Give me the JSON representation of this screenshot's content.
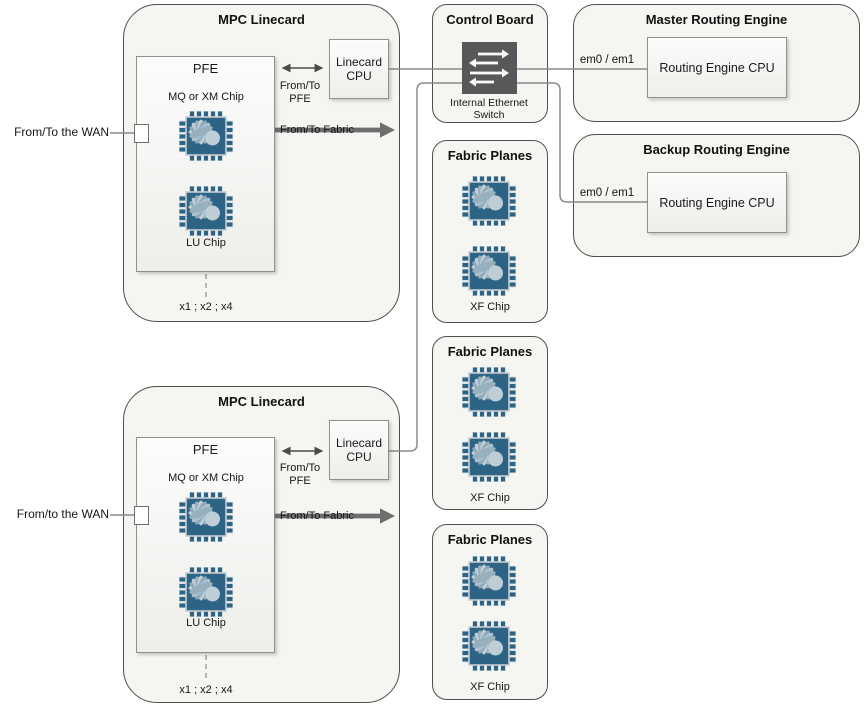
{
  "colors": {
    "panel_fill": "#f5f5f1",
    "panel_border": "#4e4e4e",
    "chip_teal": "#2d6486",
    "chip_petal_light": "#c7d4db",
    "chip_petal_mid": "#93adbc",
    "switch_gray": "#57585a",
    "connector_gray": "#8a8a8a",
    "thick_arrow_gray": "#6e6e6e"
  },
  "linecards": [
    {
      "title": "MPC Linecard",
      "pfe": "PFE",
      "mq_chip": "MQ or XM Chip",
      "lu_chip": "LU Chip",
      "cpu": "Linecard CPU",
      "wan": "From/To the WAN",
      "pfe_link_l1": "From/To",
      "pfe_link_l2": "PFE",
      "fabric_link": "From/To Fabric",
      "scale": "x1 ; x2 ; x4"
    },
    {
      "title": "MPC Linecard",
      "pfe": "PFE",
      "mq_chip": "MQ or XM Chip",
      "lu_chip": "LU Chip",
      "cpu": "Linecard CPU",
      "wan": "From/to the WAN",
      "pfe_link_l1": "From/To",
      "pfe_link_l2": "PFE",
      "fabric_link": "From/To Fabric",
      "scale": "x1 ; x2 ; x4"
    }
  ],
  "control_board": {
    "title": "Control Board",
    "switch_l1": "Internal Ethernet",
    "switch_l2": "Switch"
  },
  "fabric_planes": [
    {
      "title": "Fabric Planes",
      "chip": "XF Chip"
    },
    {
      "title": "Fabric Planes",
      "chip": "XF Chip"
    },
    {
      "title": "Fabric Planes",
      "chip": "XF Chip"
    }
  ],
  "routing_engines": [
    {
      "title": "Master Routing Engine",
      "cpu": "Routing Engine CPU",
      "ports": "em0 / em1"
    },
    {
      "title": "Backup Routing Engine",
      "cpu": "Routing Engine CPU",
      "ports": "em0 / em1"
    }
  ]
}
